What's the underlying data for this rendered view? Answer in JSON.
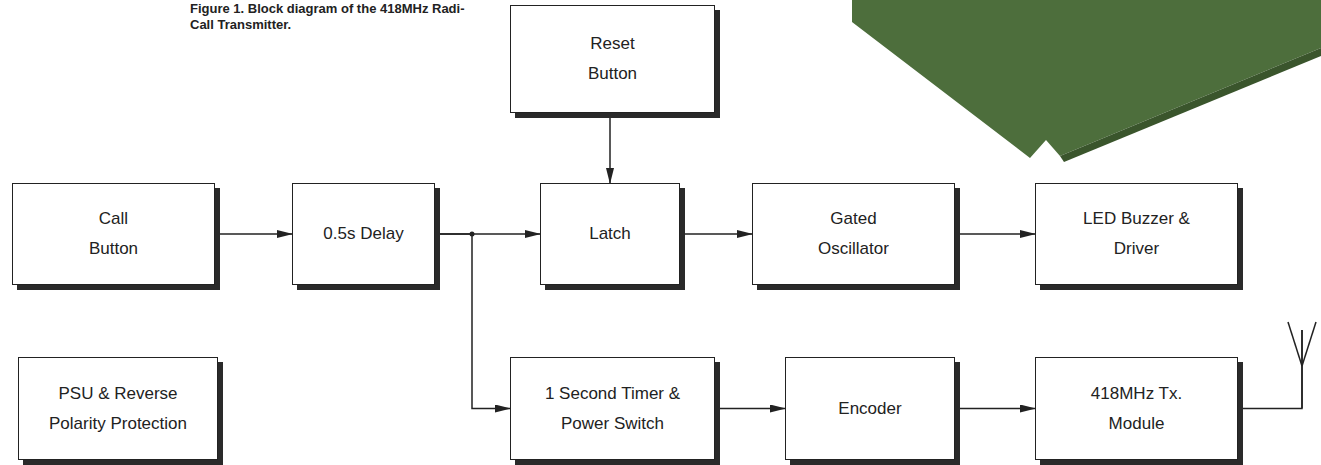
{
  "diagram": {
    "caption": "Figure 1. Block diagram of the 418MHz Radi-Call Transmitter.",
    "nodes": [
      {
        "text": [
          "Reset Button"
        ]
      },
      {
        "text": [
          "Call Button"
        ]
      },
      {
        "text": [
          "0.5s Delay"
        ]
      },
      {
        "text": [
          "Latch"
        ]
      },
      {
        "text": [
          "Gated Oscillator"
        ]
      },
      {
        "text": [
          "LED Buzzer & Driver"
        ]
      },
      {
        "text": [
          "PSU & Reverse Polarity Protection"
        ]
      },
      {
        "text": [
          "1 Second Timer & Power Switch"
        ]
      },
      {
        "text": [
          "Encoder"
        ]
      },
      {
        "text": [
          "418MHz Tx. Module"
        ]
      }
    ],
    "edges": [
      {
        "from": 0,
        "to": 3,
        "arrow": "to"
      },
      {
        "from": 1,
        "to": 2,
        "arrow": "to"
      },
      {
        "from": 2,
        "to": 3,
        "arrow": "to"
      },
      {
        "from": 2,
        "to": 7,
        "arrow": "to"
      },
      {
        "from": 3,
        "to": 4,
        "arrow": "to"
      },
      {
        "from": 4,
        "to": 5,
        "arrow": "to"
      },
      {
        "from": 7,
        "to": 8,
        "arrow": "to"
      },
      {
        "from": 8,
        "to": 9,
        "arrow": "to"
      }
    ]
  }
}
